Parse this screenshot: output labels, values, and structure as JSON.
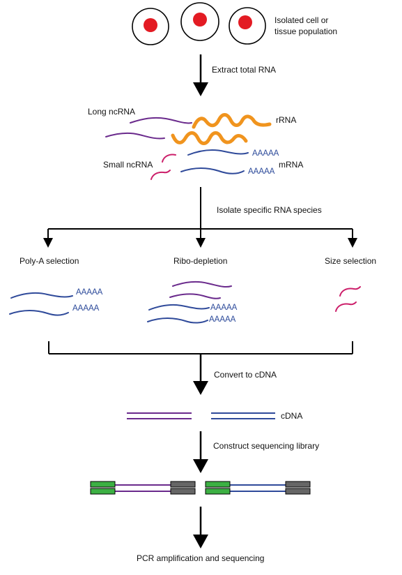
{
  "steps": {
    "cells_label_line1": "Isolated cell or",
    "cells_label_line2": "tissue population",
    "extract": "Extract total RNA",
    "isolate": "Isolate specific RNA species",
    "convert": "Convert to cDNA",
    "construct": "Construct sequencing library",
    "pcr": "PCR amplification and sequencing"
  },
  "rna_types": {
    "long_ncrna": "Long ncRNA",
    "rrna": "rRNA",
    "small_ncrna": "Small ncRNA",
    "mrna": "mRNA",
    "poly_a_tail": "AAAAA"
  },
  "methods": {
    "poly_a": "Poly-A selection",
    "ribo": "Ribo-depletion",
    "size": "Size selection"
  },
  "cdna_label": "cDNA",
  "colors": {
    "cell_nucleus": "#e31b23",
    "mrna": "#2f4a9a",
    "long_ncrna": "#6a2a8c",
    "small_ncrna": "#cc1f6a",
    "rrna": "#f0941e",
    "adapter_green": "#3cb043",
    "adapter_gray": "#666666"
  }
}
